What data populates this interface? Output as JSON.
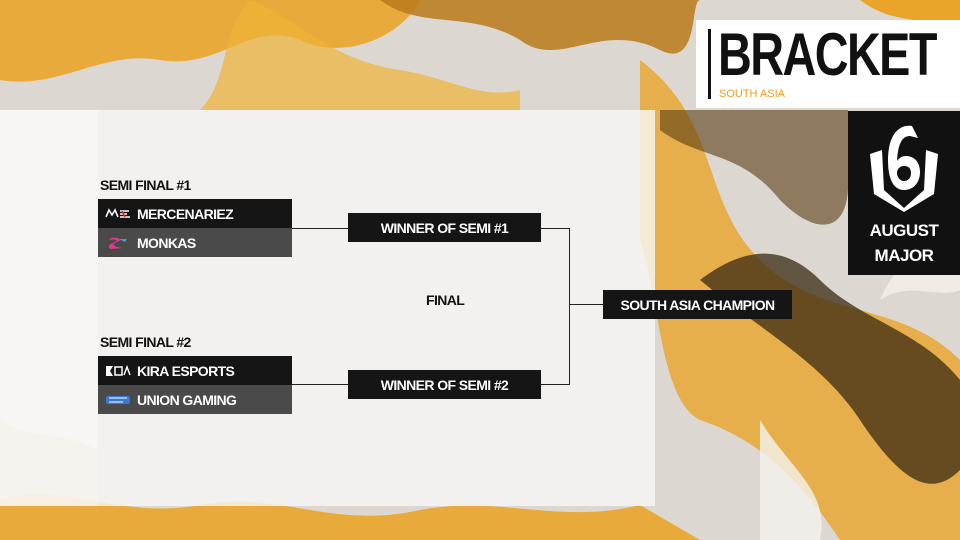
{
  "header": {
    "title": "BRACKET",
    "region": "SOUTH ASIA"
  },
  "event": {
    "logo_icon": "six-siege-logo-icon",
    "line1": "AUGUST",
    "line2": "MAJOR"
  },
  "semi1": {
    "label": "SEMI FINAL #1",
    "teams": [
      {
        "name": "MERCENARIEZ",
        "icon": "mercenariez-logo-icon"
      },
      {
        "name": "MONKAS",
        "icon": "monkas-logo-icon"
      }
    ],
    "winner": "WINNER OF SEMI #1"
  },
  "semi2": {
    "label": "SEMI FINAL #2",
    "teams": [
      {
        "name": "KIRA ESPORTS",
        "icon": "kira-esports-logo-icon"
      },
      {
        "name": "UNION GAMING",
        "icon": "union-gaming-logo-icon"
      }
    ],
    "winner": "WINNER OF SEMI #2"
  },
  "final": {
    "label": "FINAL",
    "champion": "SOUTH ASIA CHAMPION"
  },
  "colors": {
    "accent": "#e8a020",
    "dark": "#151515",
    "grey": "#4a4a4a"
  }
}
